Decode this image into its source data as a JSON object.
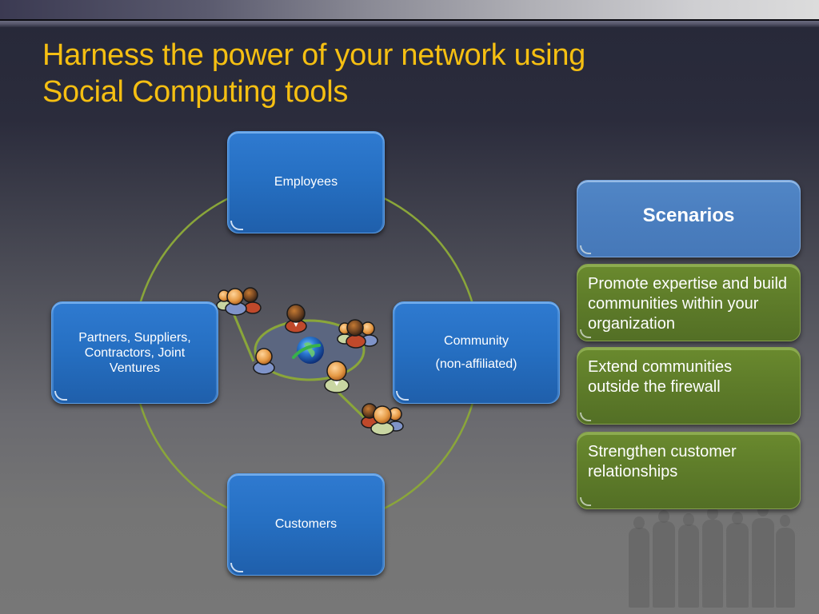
{
  "slide": {
    "title_lines": [
      "Harness the power of your network using",
      "Social Computing tools"
    ],
    "colors": {
      "title": "#f5bf12",
      "node_blue": "#2670c3",
      "scenario_header_blue": "#4a7ebf",
      "scenario_green": "#5f7d2a",
      "connector_green": "#8aa63a",
      "background_dark": "#2b2c3c",
      "background_gray": "#777777"
    }
  },
  "diagram": {
    "nodes": {
      "employees": {
        "label": "Employees"
      },
      "partners": {
        "label": "Partners, Suppliers, Contractors, Joint Ventures"
      },
      "community": {
        "line1": "Community",
        "line2": "(non-affiliated)"
      },
      "customers": {
        "label": "Customers"
      }
    },
    "center": {
      "icon": "globe-icon",
      "people_icons": [
        "group-icon",
        "person-icon",
        "group-icon",
        "person-icon",
        "person-icon",
        "group-icon"
      ]
    }
  },
  "scenarios": {
    "header": "Scenarios",
    "items": [
      "Promote expertise and build communities within your organization",
      "Extend communities outside the firewall",
      "Strengthen customer relationships"
    ]
  }
}
